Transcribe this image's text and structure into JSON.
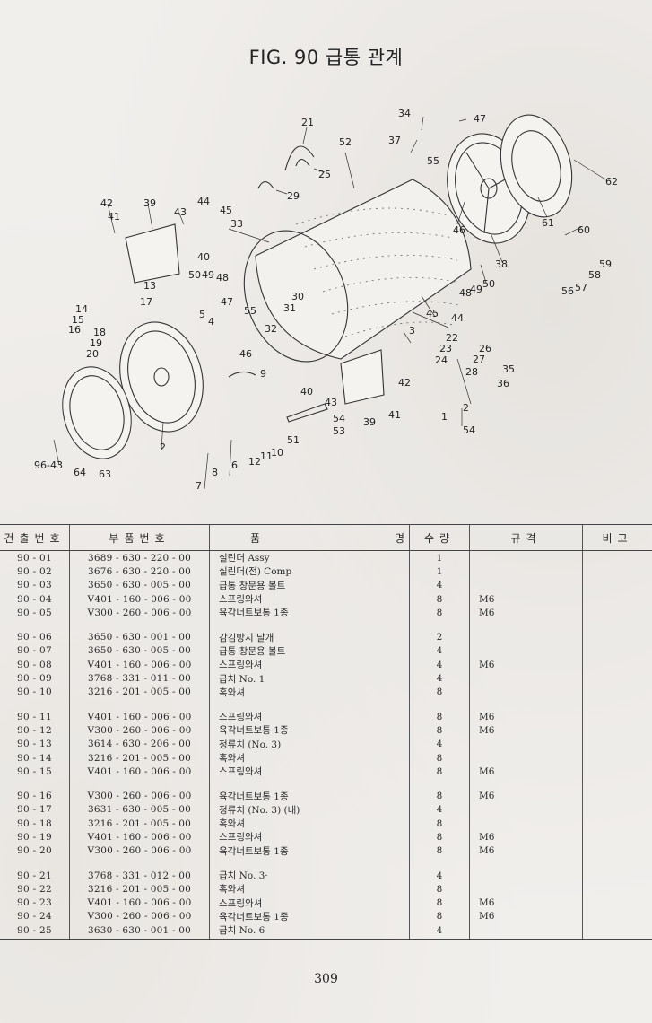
{
  "figure": {
    "title": "FIG. 90 급통 관계",
    "callouts": [
      "21",
      "34",
      "47",
      "52",
      "37",
      "25",
      "55",
      "29",
      "42",
      "41",
      "39",
      "43",
      "44",
      "45",
      "33",
      "62",
      "61",
      "60",
      "59",
      "58",
      "57",
      "56",
      "46",
      "38",
      "50",
      "49",
      "48",
      "40",
      "13",
      "17",
      "14",
      "15",
      "16",
      "18",
      "19",
      "20",
      "5",
      "4",
      "47",
      "55",
      "30",
      "31",
      "32",
      "3",
      "22",
      "23",
      "24",
      "26",
      "27",
      "28",
      "35",
      "36",
      "45",
      "44",
      "48",
      "49",
      "50",
      "46",
      "9",
      "42",
      "41",
      "43",
      "40",
      "54",
      "53",
      "39",
      "51",
      "1",
      "2",
      "54",
      "12",
      "11",
      "10",
      "6",
      "8",
      "7",
      "2",
      "96-43",
      "64",
      "63"
    ]
  },
  "table": {
    "headers": {
      "no": "건출번호",
      "part_no": "부품번호",
      "name_left": "품",
      "name_right": "명",
      "qty": "수량",
      "spec": "규격",
      "note": "비고"
    },
    "groups": [
      [
        {
          "no": "90 - 01",
          "part": "3689 - 630 - 220 - 00",
          "name": "실린더 Assy",
          "qty": "1",
          "spec": ""
        },
        {
          "no": "90 - 02",
          "part": "3676 - 630 - 220 - 00",
          "name": "실린더(전) Comp",
          "qty": "1",
          "spec": ""
        },
        {
          "no": "90 - 03",
          "part": "3650 - 630 - 005 - 00",
          "name": "급통 창문용 볼트",
          "qty": "4",
          "spec": ""
        },
        {
          "no": "90 - 04",
          "part": "V401 - 160 - 006 - 00",
          "name": "스프링와셔",
          "qty": "8",
          "spec": "M6"
        },
        {
          "no": "90 - 05",
          "part": "V300 - 260 - 006 - 00",
          "name": "육각너트보통 1종",
          "qty": "8",
          "spec": "M6"
        }
      ],
      [
        {
          "no": "90 - 06",
          "part": "3650 - 630 - 001 - 00",
          "name": "감김방지 날개",
          "qty": "2",
          "spec": ""
        },
        {
          "no": "90 - 07",
          "part": "3650 - 630 - 005 - 00",
          "name": "급통 창문용 볼트",
          "qty": "4",
          "spec": ""
        },
        {
          "no": "90 - 08",
          "part": "V401 - 160 - 006 - 00",
          "name": "스프링와셔",
          "qty": "4",
          "spec": "M6"
        },
        {
          "no": "90 - 09",
          "part": "3768 - 331 - 011 - 00",
          "name": "급치 No. 1",
          "qty": "4",
          "spec": ""
        },
        {
          "no": "90 - 10",
          "part": "3216 - 201 - 005 - 00",
          "name": "혹와셔",
          "qty": "8",
          "spec": ""
        }
      ],
      [
        {
          "no": "90 - 11",
          "part": "V401 - 160 - 006 - 00",
          "name": "스프링와셔",
          "qty": "8",
          "spec": "M6"
        },
        {
          "no": "90 - 12",
          "part": "V300 - 260 - 006 - 00",
          "name": "육각너트보통 1종",
          "qty": "8",
          "spec": "M6"
        },
        {
          "no": "90 - 13",
          "part": "3614 - 630 - 206 - 00",
          "name": "정류치 (No. 3)",
          "qty": "4",
          "spec": ""
        },
        {
          "no": "90 - 14",
          "part": "3216 - 201 - 005 - 00",
          "name": "혹와셔",
          "qty": "8",
          "spec": ""
        },
        {
          "no": "90 - 15",
          "part": "V401 - 160 - 006 - 00",
          "name": "스프링와셔",
          "qty": "8",
          "spec": "M6"
        }
      ],
      [
        {
          "no": "90 - 16",
          "part": "V300 - 260 - 006 - 00",
          "name": "육각너트보통 1종",
          "qty": "8",
          "spec": "M6"
        },
        {
          "no": "90 - 17",
          "part": "3631 - 630 - 005 - 00",
          "name": "정류치 (No. 3) (내)",
          "qty": "4",
          "spec": ""
        },
        {
          "no": "90 - 18",
          "part": "3216 - 201 - 005 - 00",
          "name": "혹와셔",
          "qty": "8",
          "spec": ""
        },
        {
          "no": "90 - 19",
          "part": "V401 - 160 - 006 - 00",
          "name": "스프링와셔",
          "qty": "8",
          "spec": "M6"
        },
        {
          "no": "90 - 20",
          "part": "V300 - 260 - 006 - 00",
          "name": "육각너트보통 1종",
          "qty": "8",
          "spec": "M6"
        }
      ],
      [
        {
          "no": "90 - 21",
          "part": "3768 - 331 - 012 - 00",
          "name": "급치 No. 3·",
          "qty": "4",
          "spec": ""
        },
        {
          "no": "90 - 22",
          "part": "3216 - 201 - 005 - 00",
          "name": "혹와셔",
          "qty": "8",
          "spec": ""
        },
        {
          "no": "90 - 23",
          "part": "V401 - 160 - 006 - 00",
          "name": "스프링와셔",
          "qty": "8",
          "spec": "M6"
        },
        {
          "no": "90 - 24",
          "part": "V300 - 260 - 006 - 00",
          "name": "육각너트보통 1종",
          "qty": "8",
          "spec": "M6"
        },
        {
          "no": "90 - 25",
          "part": "3630 - 630 - 001 - 00",
          "name": "급치 No. 6",
          "qty": "4",
          "spec": ""
        }
      ]
    ]
  },
  "page_number": "309"
}
